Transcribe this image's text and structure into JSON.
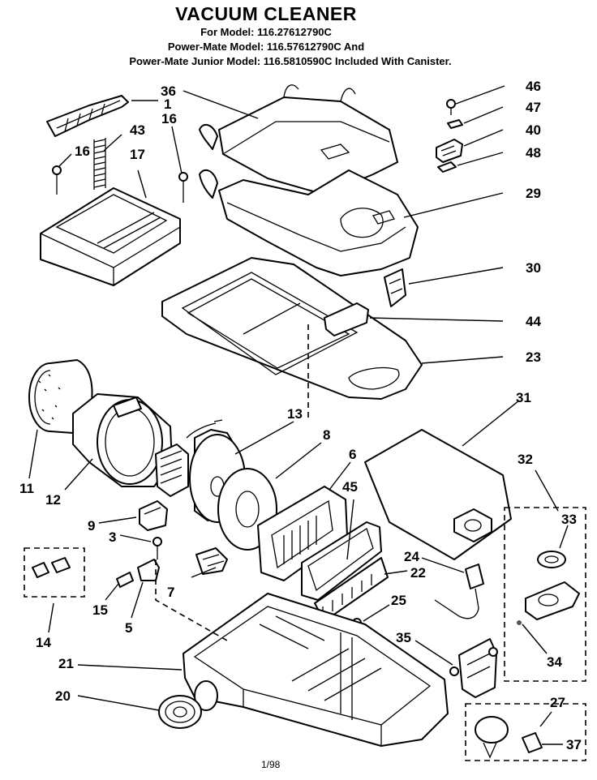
{
  "header": {
    "title": "VACUUM CLEANER",
    "line1": "For Model: 116.27612790C",
    "line2": "Power-Mate Model: 116.57612790C And",
    "line3": "Power-Mate Junior Model: 116.5810590C  Included With Canister."
  },
  "parts": {
    "p1": "1",
    "p3": "3",
    "p5": "5",
    "p6": "6",
    "p7": "7",
    "p8": "8",
    "p9": "9",
    "p11": "11",
    "p12": "12",
    "p13": "13",
    "p14": "14",
    "p15": "15",
    "p16a": "16",
    "p16b": "16",
    "p17": "17",
    "p20": "20",
    "p21": "21",
    "p22": "22",
    "p23": "23",
    "p24": "24",
    "p25": "25",
    "p27": "27",
    "p29": "29",
    "p30": "30",
    "p31": "31",
    "p32": "32",
    "p33": "33",
    "p34": "34",
    "p35": "35",
    "p36": "36",
    "p37": "37",
    "p40": "40",
    "p43": "43",
    "p44": "44",
    "p45": "45",
    "p46": "46",
    "p47": "47",
    "p48": "48"
  },
  "footer": "1/98"
}
